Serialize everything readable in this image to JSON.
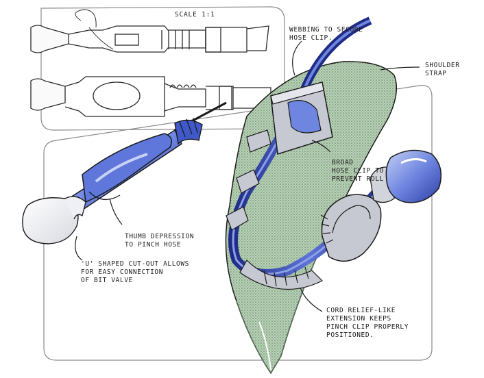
{
  "scale_label": "SCALE 1:1",
  "callouts": {
    "webbing": [
      "WEBBING to SECURE",
      "HOSE CLIP."
    ],
    "shoulder": [
      "SHOULDER",
      "STRAP"
    ],
    "broad_clip": [
      "BROAD",
      "HOSE CLIP to",
      "PREVENT ROLL"
    ],
    "thumb": [
      "THUMB DEPRESSION",
      "to PINCH HOSE"
    ],
    "u_cutout": [
      "'U' SHAPED CUT-OUT ALLOWS",
      "FOR EASY CONNECTION",
      "OF BIT VALVE"
    ],
    "cord_relief": [
      "CORD RELIEF-LIKE",
      "EXTENSION KEEPS",
      "PINCH CLIP PROPERLY",
      "POSITIONED."
    ]
  },
  "colors": {
    "ink": "#1a1a1a",
    "pencil": "#8a8a8a",
    "hose_blue": "#3c4fb8",
    "clip_blue": "#6f86e0",
    "clip_light": "#b9c6f2",
    "strap_green": "#aec9ad",
    "strap_dark": "#6f8f72",
    "grey_plastic": "#c7c9d2"
  }
}
